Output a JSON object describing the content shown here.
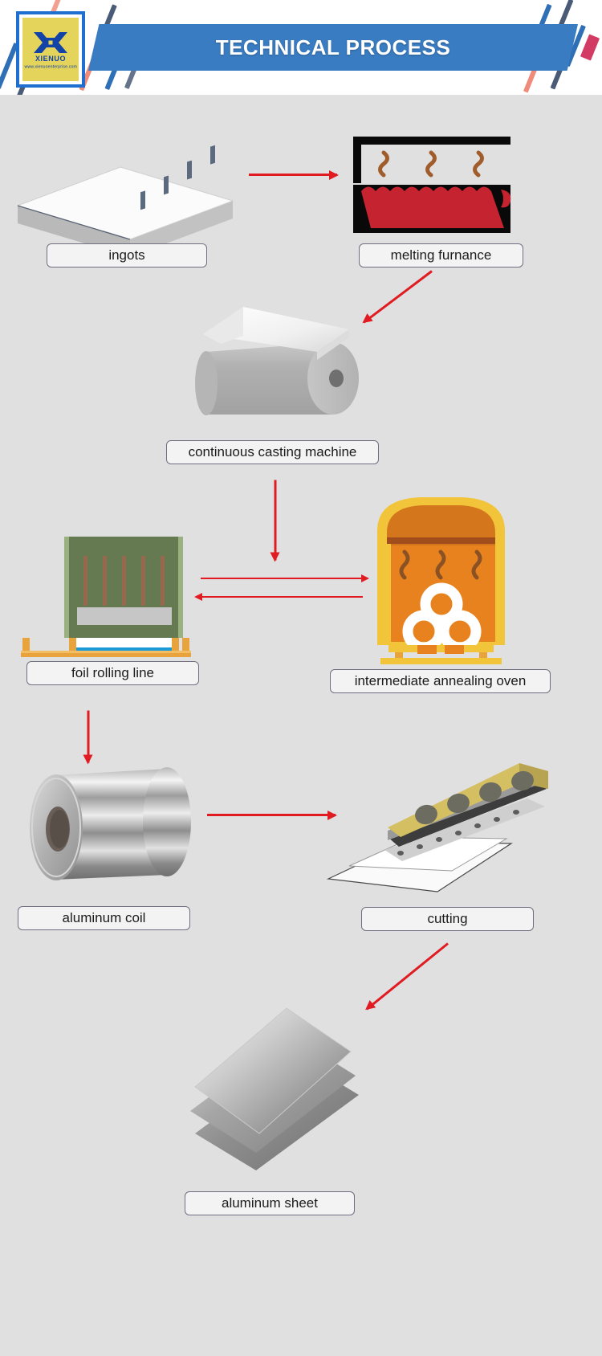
{
  "header": {
    "title": "TECHNICAL PROCESS",
    "logo": {
      "name": "XIENUO",
      "url": "www.xienuoenterprise.com",
      "mark_icon": "xienuo-monogram-icon",
      "background_color": "#e4d45c",
      "border_color": "#1f6fd0",
      "text_color": "#1243a6"
    },
    "banner_color": "#3a7cc2",
    "title_color": "#ffffff"
  },
  "theme": {
    "canvas_background": "#e0e0e0",
    "arrow_color": "#e01b22",
    "chip_background": "#f3f3f3",
    "chip_border": "#6f6f80",
    "chip_text": "#1b1b1b"
  },
  "steps": [
    {
      "id": "ingots",
      "label": "ingots",
      "icon": "aluminum-ingot-slab-icon",
      "colors": {
        "top": "#f2f2f2",
        "side": "#b9b9b9"
      }
    },
    {
      "id": "melting-furnace",
      "label": "melting furnance",
      "icon": "melting-furnace-icon",
      "colors": {
        "frame": "#090909",
        "molten": "#c4232f",
        "smoke": "#a05c2a"
      }
    },
    {
      "id": "continuous-casting-machine",
      "label": "continuous casting machine",
      "icon": "casting-roll-icon",
      "colors": {
        "roll": "#aaaaaa",
        "sheet": "#f6f6f6"
      }
    },
    {
      "id": "foil-rolling-line",
      "label": "foil rolling line",
      "icon": "foil-rolling-line-icon",
      "colors": {
        "body": "#667a52",
        "bar": "#c6c6c6",
        "post": "#e8a33d",
        "strip": "#1a9bd7"
      }
    },
    {
      "id": "intermediate-annealing-oven",
      "label": "intermediate annealing oven",
      "icon": "annealing-oven-icon",
      "colors": {
        "frame": "#f2c43a",
        "body": "#e8821e",
        "top": "#d4761c",
        "coil_ring": "#ffffff",
        "smoke": "#8a5125"
      }
    },
    {
      "id": "aluminum-coil",
      "label": "aluminum coil",
      "icon": "aluminum-coil-icon",
      "colors": {
        "metal_light": "#f0f0f0",
        "metal_dark": "#7d7d7d",
        "core": "#6a5f58"
      }
    },
    {
      "id": "cutting",
      "label": "cutting",
      "icon": "cutting-machine-icon",
      "colors": {
        "top": "#d4bf63",
        "hole": "#6c6c60",
        "blade": "#cfcfcf"
      }
    },
    {
      "id": "aluminum-sheet",
      "label": "aluminum sheet",
      "icon": "aluminum-sheet-stack-icon",
      "colors": {
        "light": "#e6e6e6",
        "dark": "#8d8d8d"
      }
    }
  ],
  "flow_arrows": [
    {
      "from": "ingots",
      "to": "melting-furnace",
      "direction": "right"
    },
    {
      "from": "melting-furnace",
      "to": "continuous-casting-machine",
      "direction": "down-left"
    },
    {
      "from": "continuous-casting-machine",
      "to": "foil-rolling-line",
      "direction": "down"
    },
    {
      "from": "foil-rolling-line",
      "to": "intermediate-annealing-oven",
      "direction": "right"
    },
    {
      "from": "intermediate-annealing-oven",
      "to": "foil-rolling-line",
      "direction": "left"
    },
    {
      "from": "foil-rolling-line",
      "to": "aluminum-coil",
      "direction": "down"
    },
    {
      "from": "aluminum-coil",
      "to": "cutting",
      "direction": "right"
    },
    {
      "from": "cutting",
      "to": "aluminum-sheet",
      "direction": "down-left"
    }
  ]
}
